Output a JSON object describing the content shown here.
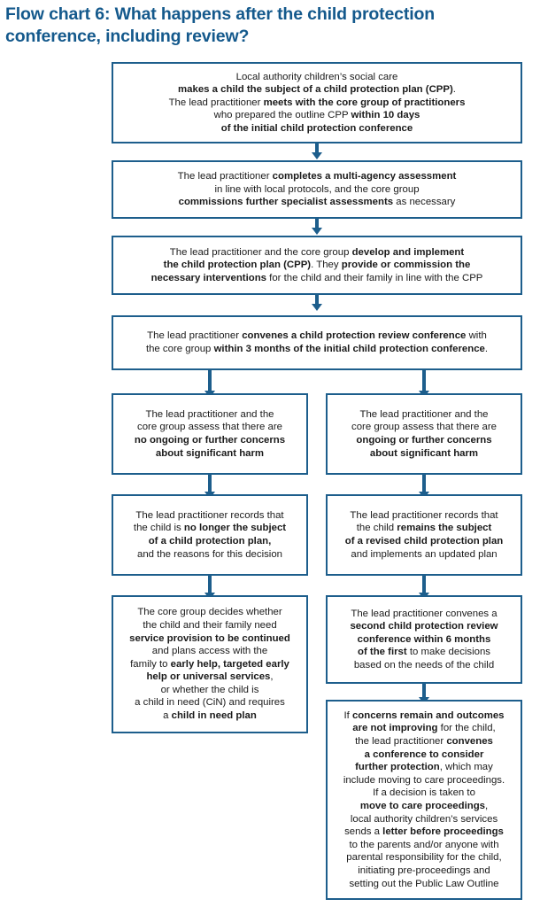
{
  "title": "Flow chart 6: What happens after the child protection conference, including review?",
  "colors": {
    "title": "#14598c",
    "border": "#1d5e8c",
    "connector": "#1d5e8c",
    "box_background": "#ffffff",
    "text": "#1a1a1a"
  },
  "chart_data": {
    "type": "diagram",
    "title": "Flow chart 6: What happens after the child protection conference, including review?",
    "layout": "top-down flowchart with a two-column branch after the review conference node",
    "nodes": [
      {
        "id": "n1",
        "column": "full",
        "text_plain": "Local authority children's social care makes a child the subject of a child protection plan (CPP). The lead practitioner meets with the core group of practitioners who prepared the outline CPP within 10 days of the initial child protection conference",
        "lines": [
          [
            {
              "t": "Local authority children’s social care",
              "b": false
            }
          ],
          [
            {
              "t": "makes a child the subject of a child protection plan (CPP)",
              "b": true
            },
            {
              "t": ".",
              "b": false
            }
          ],
          [
            {
              "t": "The lead practitioner ",
              "b": false
            },
            {
              "t": "meets with the core group of practitioners",
              "b": true
            }
          ],
          [
            {
              "t": "who prepared the outline CPP ",
              "b": false
            },
            {
              "t": "within 10 days",
              "b": true
            }
          ],
          [
            {
              "t": "of the initial child protection conference",
              "b": true
            }
          ]
        ]
      },
      {
        "id": "n2",
        "column": "full",
        "text_plain": "The lead practitioner completes a multi-agency assessment in line with local protocols, and the core group commissions further specialist assessments as necessary",
        "lines": [
          [
            {
              "t": "The lead practitioner ",
              "b": false
            },
            {
              "t": "completes a multi-agency assessment",
              "b": true
            }
          ],
          [
            {
              "t": "in line with local protocols, and the core group",
              "b": false
            }
          ],
          [
            {
              "t": "commissions further specialist assessments",
              "b": true
            },
            {
              "t": " as necessary",
              "b": false
            }
          ]
        ]
      },
      {
        "id": "n3",
        "column": "full",
        "text_plain": "The lead practitioner and the core group develop and implement the child protection plan (CPP). They provide or commission the necessary interventions for the child and their family in line with the CPP",
        "lines": [
          [
            {
              "t": "The lead practitioner and the core group ",
              "b": false
            },
            {
              "t": "develop and implement",
              "b": true
            }
          ],
          [
            {
              "t": "the child protection plan (CPP)",
              "b": true
            },
            {
              "t": ". They ",
              "b": false
            },
            {
              "t": "provide or commission the",
              "b": true
            }
          ],
          [
            {
              "t": "necessary interventions",
              "b": true
            },
            {
              "t": " for the child and their family in line with the CPP",
              "b": false
            }
          ]
        ]
      },
      {
        "id": "n4",
        "column": "full",
        "text_plain": "The lead practitioner convenes a child protection review conference with the core group within 3 months of the initial child protection conference.",
        "lines": [
          [
            {
              "t": "The lead practitioner ",
              "b": false
            },
            {
              "t": "convenes a child protection review conference",
              "b": true
            },
            {
              "t": " with",
              "b": false
            }
          ],
          [
            {
              "t": "the core group ",
              "b": false
            },
            {
              "t": "within 3 months of the initial child protection conference",
              "b": true
            },
            {
              "t": ".",
              "b": false
            }
          ]
        ]
      },
      {
        "id": "l1",
        "column": "left",
        "text_plain": "The lead practitioner and the core group assess that there are no ongoing or further concerns about significant harm",
        "lines": [
          [
            {
              "t": "The lead practitioner and the",
              "b": false
            }
          ],
          [
            {
              "t": "core group assess that there are",
              "b": false
            }
          ],
          [
            {
              "t": "no ongoing or further concerns",
              "b": true
            }
          ],
          [
            {
              "t": "about significant harm",
              "b": true
            }
          ]
        ]
      },
      {
        "id": "l2",
        "column": "left",
        "text_plain": "The lead practitioner records that the child is no longer the subject of a child protection plan, and the reasons for this decision",
        "lines": [
          [
            {
              "t": "The lead practitioner records that",
              "b": false
            }
          ],
          [
            {
              "t": "the child is ",
              "b": false
            },
            {
              "t": "no longer the subject",
              "b": true
            }
          ],
          [
            {
              "t": "of a child protection plan,",
              "b": true
            }
          ],
          [
            {
              "t": "and the reasons for this decision",
              "b": false
            }
          ]
        ]
      },
      {
        "id": "l3",
        "column": "left",
        "text_plain": "The core group decides whether the child and their family need service provision to be continued and plans access with the family to early help, targeted early help or universal services, or whether the child is a child in need (CiN) and requires a child in need plan",
        "lines": [
          [
            {
              "t": "The core group decides whether",
              "b": false
            }
          ],
          [
            {
              "t": "the child and their family need",
              "b": false
            }
          ],
          [
            {
              "t": "service provision to be continued",
              "b": true
            }
          ],
          [
            {
              "t": "and plans access with the",
              "b": false
            }
          ],
          [
            {
              "t": "family to ",
              "b": false
            },
            {
              "t": "early help, targeted early",
              "b": true
            }
          ],
          [
            {
              "t": "help or universal services",
              "b": true
            },
            {
              "t": ",",
              "b": false
            }
          ],
          [
            {
              "t": "or whether the child is",
              "b": false
            }
          ],
          [
            {
              "t": "a child in need (CiN) and requires",
              "b": false
            }
          ],
          [
            {
              "t": "a ",
              "b": false
            },
            {
              "t": "child in need plan",
              "b": true
            }
          ]
        ]
      },
      {
        "id": "r1",
        "column": "right",
        "text_plain": "The lead practitioner and the core group assess that there are ongoing or further concerns about significant harm",
        "lines": [
          [
            {
              "t": "The lead practitioner and the",
              "b": false
            }
          ],
          [
            {
              "t": "core group assess that there are",
              "b": false
            }
          ],
          [
            {
              "t": "ongoing or further concerns",
              "b": true
            }
          ],
          [
            {
              "t": "about significant harm",
              "b": true
            }
          ]
        ]
      },
      {
        "id": "r2",
        "column": "right",
        "text_plain": "The lead practitioner records that the child remains the subject of a revised child protection plan and implements an updated plan",
        "lines": [
          [
            {
              "t": "The lead practitioner records that",
              "b": false
            }
          ],
          [
            {
              "t": "the child ",
              "b": false
            },
            {
              "t": "remains the subject",
              "b": true
            }
          ],
          [
            {
              "t": "of a revised child protection plan",
              "b": true
            }
          ],
          [
            {
              "t": "and implements an updated plan",
              "b": false
            }
          ]
        ]
      },
      {
        "id": "r3",
        "column": "right",
        "text_plain": "The lead practitioner convenes a second child protection review conference within 6 months of the first to make decisions based on the needs of the child",
        "lines": [
          [
            {
              "t": "The lead practitioner convenes a",
              "b": false
            }
          ],
          [
            {
              "t": "second child protection review",
              "b": true
            }
          ],
          [
            {
              "t": "conference within 6 months",
              "b": true
            }
          ],
          [
            {
              "t": "of the first",
              "b": true
            },
            {
              "t": " to make decisions",
              "b": false
            }
          ],
          [
            {
              "t": "based on the needs of the child",
              "b": false
            }
          ]
        ]
      },
      {
        "id": "r4",
        "column": "right",
        "text_plain": "If concerns remain and outcomes are not improving for the child, the lead practitioner convenes a conference to consider further protection, which may include moving to care proceedings. If a decision is taken to move to care proceedings, local authority children's services sends a letter before proceedings to the parents and/or anyone with parental responsibility for the child, initiating pre-proceedings and setting out the Public Law Outline",
        "lines": [
          [
            {
              "t": "If ",
              "b": false
            },
            {
              "t": "concerns remain and outcomes",
              "b": true
            }
          ],
          [
            {
              "t": "are not improving",
              "b": true
            },
            {
              "t": " for the child,",
              "b": false
            }
          ],
          [
            {
              "t": "the lead practitioner ",
              "b": false
            },
            {
              "t": "convenes",
              "b": true
            }
          ],
          [
            {
              "t": "a conference to consider",
              "b": true
            }
          ],
          [
            {
              "t": "further protection",
              "b": true
            },
            {
              "t": ", which may",
              "b": false
            }
          ],
          [
            {
              "t": "include moving to care proceedings.",
              "b": false
            }
          ],
          [
            {
              "t": "If a decision is taken to",
              "b": false
            }
          ],
          [
            {
              "t": "move to care proceedings",
              "b": true
            },
            {
              "t": ",",
              "b": false
            }
          ],
          [
            {
              "t": "local authority children’s services",
              "b": false
            }
          ],
          [
            {
              "t": "sends a ",
              "b": false
            },
            {
              "t": "letter before proceedings",
              "b": true
            }
          ],
          [
            {
              "t": "to the parents and/or anyone with",
              "b": false
            }
          ],
          [
            {
              "t": "parental responsibility for the child,",
              "b": false
            }
          ],
          [
            {
              "t": "initiating pre-proceedings and",
              "b": false
            }
          ],
          [
            {
              "t": "setting out the Public Law Outline",
              "b": false
            }
          ]
        ]
      }
    ],
    "edges": [
      {
        "from": "n1",
        "to": "n2",
        "style": "arrow-down"
      },
      {
        "from": "n2",
        "to": "n3",
        "style": "arrow-down"
      },
      {
        "from": "n3",
        "to": "n4",
        "style": "arrow-down"
      },
      {
        "from": "n4",
        "to": "l1",
        "style": "arrow-down-left-branch"
      },
      {
        "from": "n4",
        "to": "r1",
        "style": "arrow-down-right-branch"
      },
      {
        "from": "l1",
        "to": "l2",
        "style": "arrow-down"
      },
      {
        "from": "l2",
        "to": "l3",
        "style": "arrow-down"
      },
      {
        "from": "r1",
        "to": "r2",
        "style": "arrow-down"
      },
      {
        "from": "r2",
        "to": "r3",
        "style": "arrow-down"
      },
      {
        "from": "r3",
        "to": "r4",
        "style": "arrow-down"
      }
    ]
  }
}
